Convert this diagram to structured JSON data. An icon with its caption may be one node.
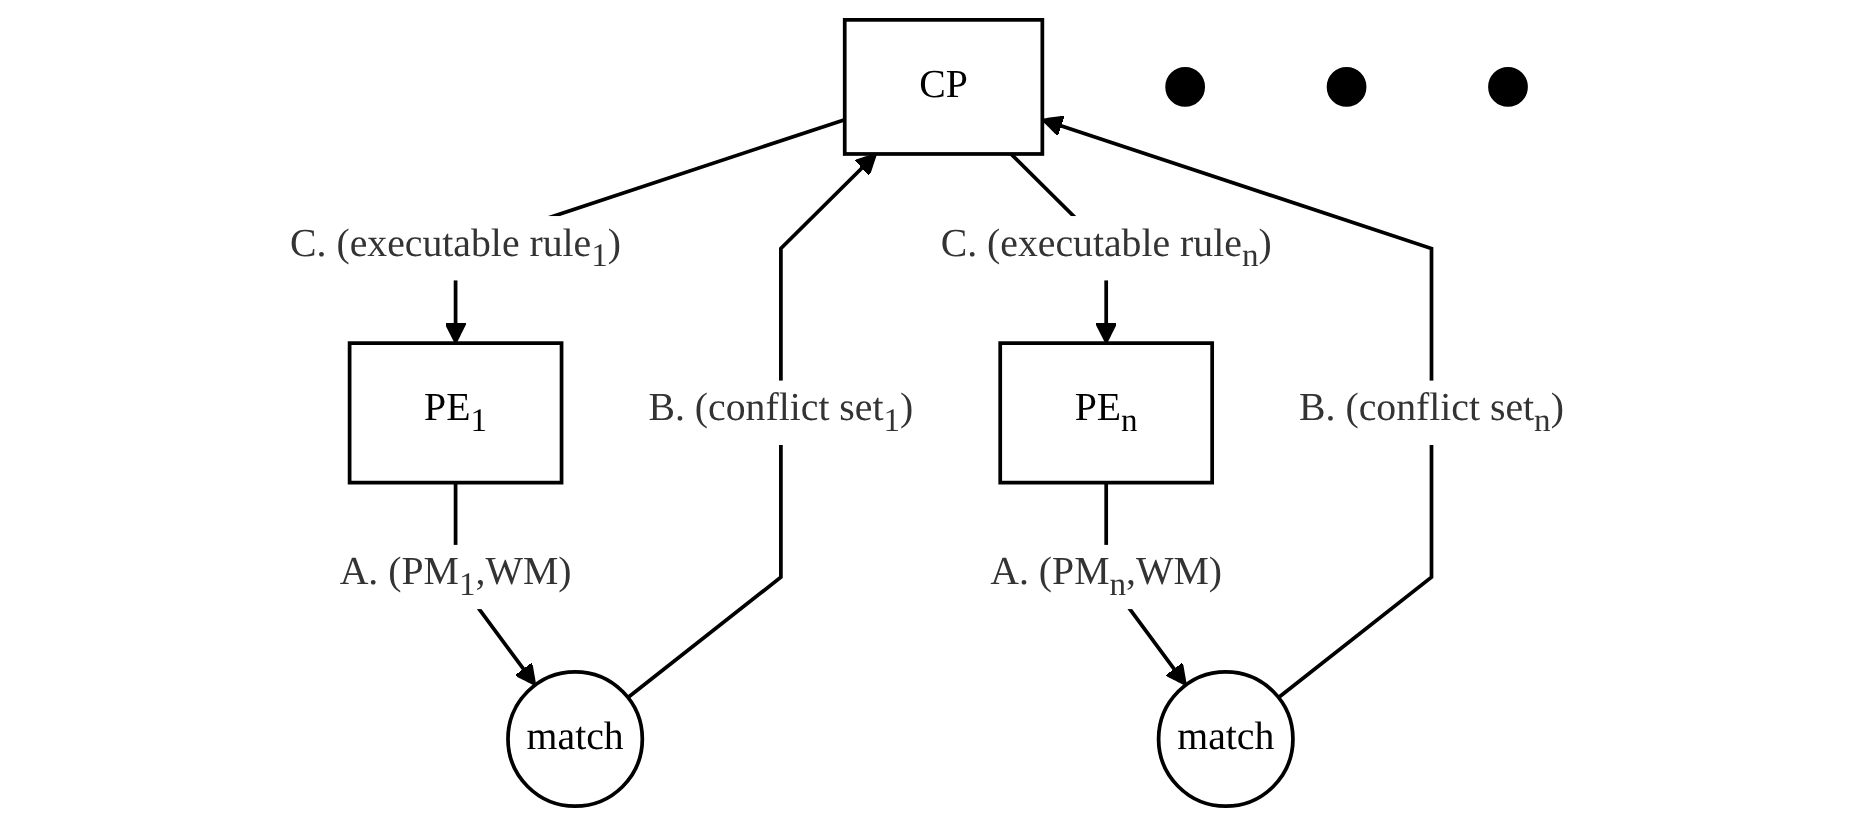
{
  "diagram": {
    "nodes": [
      {
        "text": [
          "CP"
        ]
      },
      {
        "text": [
          "PE$_{1}$"
        ]
      },
      {
        "text": [],
        "shape": "circle"
      },
      {
        "text": [],
        "shape": "circle"
      },
      {
        "text": [],
        "shape": "circle"
      },
      {
        "text": [
          "PE$_{n}$"
        ]
      },
      {
        "text": [
          "match"
        ]
      },
      {
        "text": [
          "match"
        ]
      }
    ],
    "edges": [
      {
        "from": 0,
        "to": 1,
        "arrow": "to",
        "label": "C. (executable rule$_{1}$)"
      },
      {
        "from": 0,
        "to": 5,
        "arrow": "to",
        "label": "C. (executable rule$_{n}$)"
      },
      {
        "from": 1,
        "to": 6,
        "arrow": "to",
        "label": "A. (PM$_{1}$,WM)"
      },
      {
        "from": 5,
        "to": 7,
        "arrow": "to",
        "label": "A. (PM$_{n}$,WM)"
      },
      {
        "from": 6,
        "to": 0,
        "arrow": "to",
        "label": "B. (conflict set$_{1}$)"
      },
      {
        "from": 7,
        "to": 0,
        "arrow": "to",
        "label": "B. (conflict set$_{n}$)"
      }
    ]
  }
}
